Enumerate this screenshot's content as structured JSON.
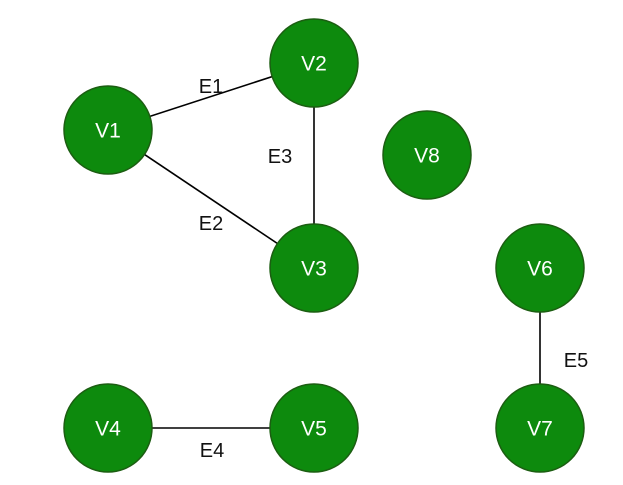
{
  "colors": {
    "node_fill": "#0d8a0d",
    "node_stroke": "#1c5e12",
    "edge": "#000000",
    "node_text": "#ffffff",
    "edge_text": "#111111"
  },
  "nodes": [
    {
      "id": "V1",
      "label": "V1"
    },
    {
      "id": "V2",
      "label": "V2"
    },
    {
      "id": "V3",
      "label": "V3"
    },
    {
      "id": "V4",
      "label": "V4"
    },
    {
      "id": "V5",
      "label": "V5"
    },
    {
      "id": "V6",
      "label": "V6"
    },
    {
      "id": "V7",
      "label": "V7"
    },
    {
      "id": "V8",
      "label": "V8"
    }
  ],
  "edges": [
    {
      "id": "E1",
      "label": "E1",
      "from": "V1",
      "to": "V2"
    },
    {
      "id": "E2",
      "label": "E2",
      "from": "V1",
      "to": "V3"
    },
    {
      "id": "E3",
      "label": "E3",
      "from": "V2",
      "to": "V3"
    },
    {
      "id": "E4",
      "label": "E4",
      "from": "V4",
      "to": "V5"
    },
    {
      "id": "E5",
      "label": "E5",
      "from": "V6",
      "to": "V7"
    }
  ]
}
